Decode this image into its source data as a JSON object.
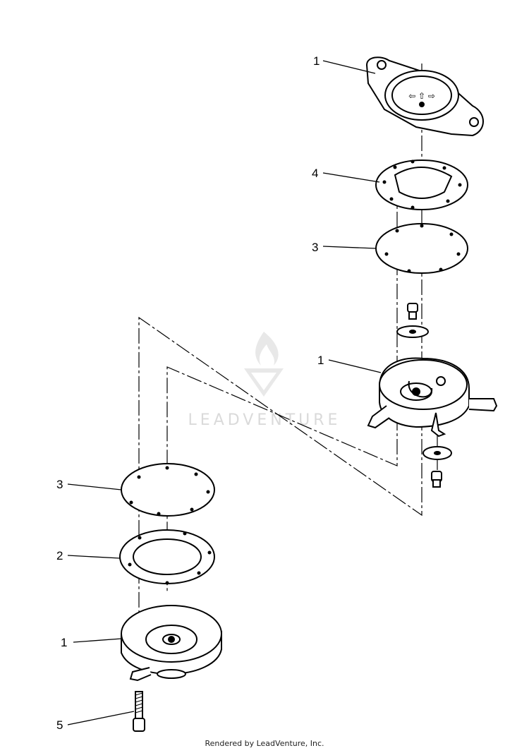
{
  "callouts": [
    {
      "id": "top-pump-cover",
      "label": "1"
    },
    {
      "id": "top-gasket",
      "label": "4"
    },
    {
      "id": "top-diaphragm",
      "label": "3"
    },
    {
      "id": "pump-body",
      "label": "1"
    },
    {
      "id": "lower-diaphragm",
      "label": "3"
    },
    {
      "id": "lower-gasket",
      "label": "2"
    },
    {
      "id": "lower-pump-cover",
      "label": "1"
    },
    {
      "id": "screw",
      "label": "5"
    }
  ],
  "watermark": {
    "text": "LEADVENTURE"
  },
  "footer": {
    "text": "Rendered by LeadVenture, Inc."
  }
}
